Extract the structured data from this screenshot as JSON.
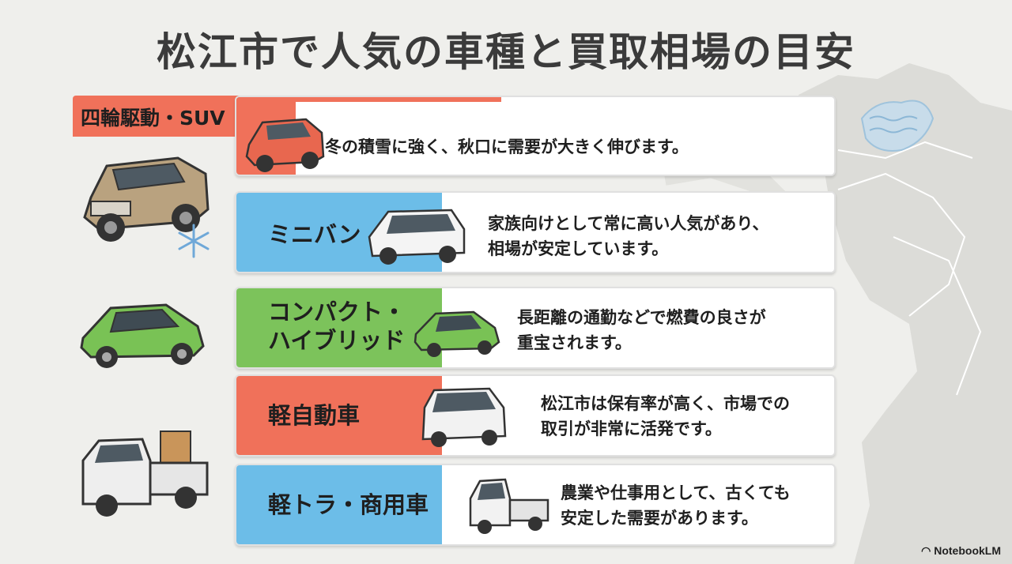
{
  "title": "松江市で人気の車種と買取相場の目安",
  "colors": {
    "orange": "#f0715a",
    "blue": "#6cbde8",
    "green": "#7cc35b"
  },
  "categories": [
    {
      "label": "四輪駆動・SUV",
      "description": "冬の積雪に強く、秋口に需要が大きく伸びます。",
      "color": "#f0715a",
      "icon": "suv-icon"
    },
    {
      "label": "ミニバン",
      "description_lines": [
        "家族向けとして常に高い人気があり、",
        "相場が安定しています。"
      ],
      "color": "#6cbde8",
      "icon": "minivan-icon"
    },
    {
      "label_lines": [
        "コンパクト・",
        "ハイブリッド"
      ],
      "description_lines": [
        "長距離の通勤などで燃費の良さが",
        "重宝されます。"
      ],
      "color": "#7cc35b",
      "icon": "hybrid-car-icon"
    },
    {
      "label": "軽自動車",
      "description_lines": [
        "松江市は保有率が高く、市場での",
        "取引が非常に活発です。"
      ],
      "color": "#f0715a",
      "icon": "kei-car-icon"
    },
    {
      "label": "軽トラ・商用車",
      "description_lines": [
        "農業や仕事用として、古くても",
        "安定した需要があります。"
      ],
      "color": "#6cbde8",
      "icon": "kei-truck-icon"
    }
  ],
  "footer": {
    "logo_text": "NotebookLM"
  }
}
